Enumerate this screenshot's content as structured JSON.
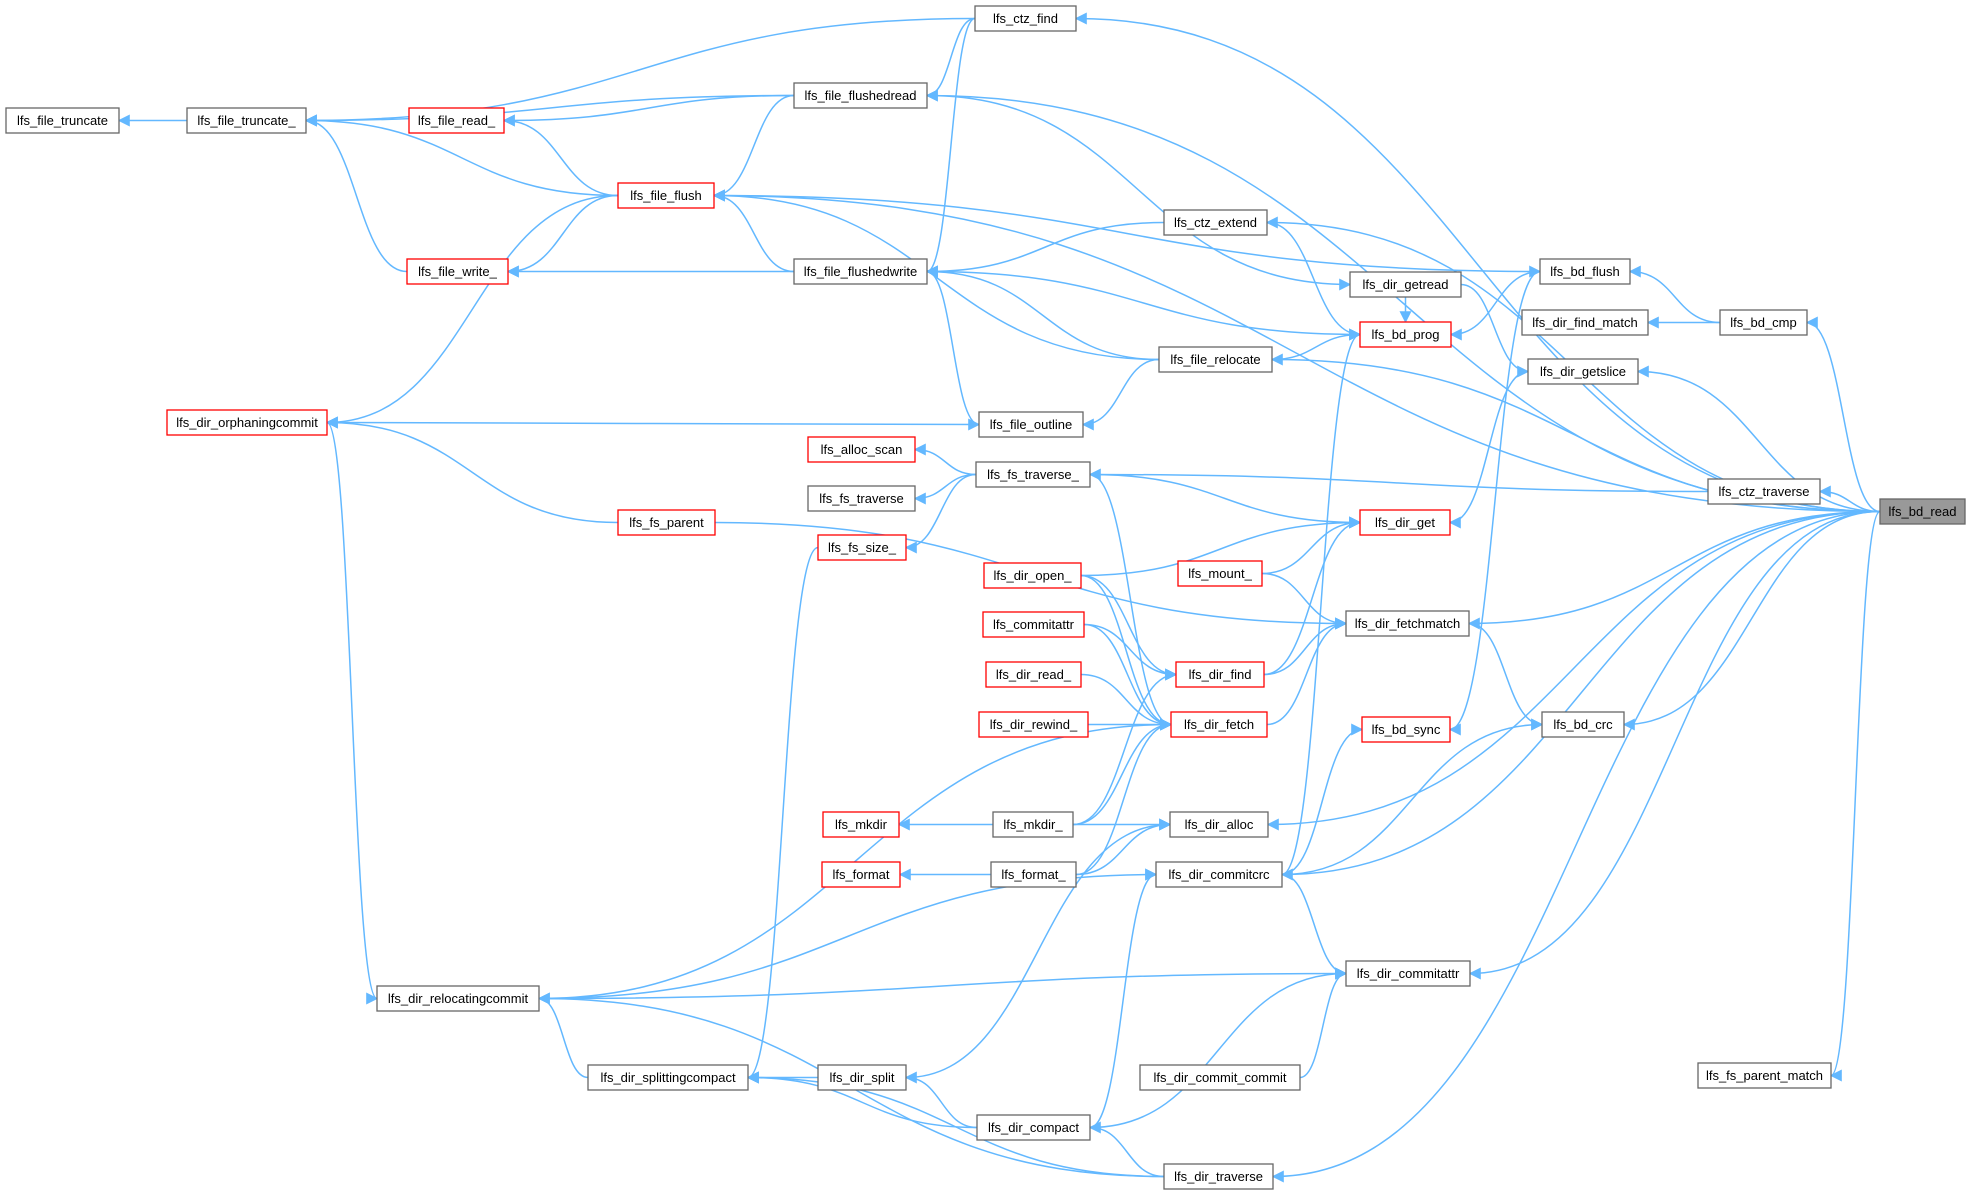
{
  "colors": {
    "edge": "#63b8ff",
    "normal_border": "#666666",
    "normal_fill": "#ffffff",
    "red_border": "#ff0000",
    "root_fill": "#999999",
    "root_border": "#666666"
  },
  "root": "lfs_bd_read",
  "nodes": [
    {
      "id": "n_bd_read",
      "label": "lfs_bd_read",
      "style": "root"
    },
    {
      "id": "n_ctz_find",
      "label": "lfs_ctz_find",
      "style": "normal"
    },
    {
      "id": "n_file_truncate",
      "label": "lfs_file_truncate",
      "style": "normal"
    },
    {
      "id": "n_file_truncate_",
      "label": "lfs_file_truncate_",
      "style": "normal"
    },
    {
      "id": "n_file_flushedread",
      "label": "lfs_file_flushedread",
      "style": "normal"
    },
    {
      "id": "n_file_read_",
      "label": "lfs_file_read_",
      "style": "red"
    },
    {
      "id": "n_file_flush",
      "label": "lfs_file_flush",
      "style": "red"
    },
    {
      "id": "n_ctz_extend",
      "label": "lfs_ctz_extend",
      "style": "normal"
    },
    {
      "id": "n_file_write_",
      "label": "lfs_file_write_",
      "style": "red"
    },
    {
      "id": "n_file_flushedwrite",
      "label": "lfs_file_flushedwrite",
      "style": "normal"
    },
    {
      "id": "n_dir_getread",
      "label": "lfs_dir_getread",
      "style": "normal"
    },
    {
      "id": "n_bd_flush",
      "label": "lfs_bd_flush",
      "style": "normal"
    },
    {
      "id": "n_dir_find_match",
      "label": "lfs_dir_find_match",
      "style": "normal"
    },
    {
      "id": "n_bd_cmp",
      "label": "lfs_bd_cmp",
      "style": "normal"
    },
    {
      "id": "n_bd_prog",
      "label": "lfs_bd_prog",
      "style": "red"
    },
    {
      "id": "n_file_relocate",
      "label": "lfs_file_relocate",
      "style": "normal"
    },
    {
      "id": "n_dir_getslice",
      "label": "lfs_dir_getslice",
      "style": "normal"
    },
    {
      "id": "n_dir_orphaningcommit",
      "label": "lfs_dir_orphaningcommit",
      "style": "red"
    },
    {
      "id": "n_file_outline",
      "label": "lfs_file_outline",
      "style": "normal"
    },
    {
      "id": "n_alloc_scan",
      "label": "lfs_alloc_scan",
      "style": "red"
    },
    {
      "id": "n_fs_traverse_",
      "label": "lfs_fs_traverse_",
      "style": "normal"
    },
    {
      "id": "n_fs_traverse",
      "label": "lfs_fs_traverse",
      "style": "normal"
    },
    {
      "id": "n_ctz_traverse",
      "label": "lfs_ctz_traverse",
      "style": "normal"
    },
    {
      "id": "n_fs_parent",
      "label": "lfs_fs_parent",
      "style": "red"
    },
    {
      "id": "n_dir_get",
      "label": "lfs_dir_get",
      "style": "red"
    },
    {
      "id": "n_fs_size_",
      "label": "lfs_fs_size_",
      "style": "red"
    },
    {
      "id": "n_dir_open_",
      "label": "lfs_dir_open_",
      "style": "red"
    },
    {
      "id": "n_mount_",
      "label": "lfs_mount_",
      "style": "red"
    },
    {
      "id": "n_dir_fetchmatch",
      "label": "lfs_dir_fetchmatch",
      "style": "normal"
    },
    {
      "id": "n_commitattr",
      "label": "lfs_commitattr",
      "style": "red"
    },
    {
      "id": "n_dir_find",
      "label": "lfs_dir_find",
      "style": "red"
    },
    {
      "id": "n_dir_read_",
      "label": "lfs_dir_read_",
      "style": "red"
    },
    {
      "id": "n_dir_rewind_",
      "label": "lfs_dir_rewind_",
      "style": "red"
    },
    {
      "id": "n_dir_fetch",
      "label": "lfs_dir_fetch",
      "style": "red"
    },
    {
      "id": "n_bd_sync",
      "label": "lfs_bd_sync",
      "style": "red"
    },
    {
      "id": "n_bd_crc",
      "label": "lfs_bd_crc",
      "style": "normal"
    },
    {
      "id": "n_mkdir",
      "label": "lfs_mkdir",
      "style": "red"
    },
    {
      "id": "n_mkdir_",
      "label": "lfs_mkdir_",
      "style": "normal"
    },
    {
      "id": "n_dir_alloc",
      "label": "lfs_dir_alloc",
      "style": "normal"
    },
    {
      "id": "n_format",
      "label": "lfs_format",
      "style": "red"
    },
    {
      "id": "n_format_",
      "label": "lfs_format_",
      "style": "normal"
    },
    {
      "id": "n_dir_commitcrc",
      "label": "lfs_dir_commitcrc",
      "style": "normal"
    },
    {
      "id": "n_dir_commitattr",
      "label": "lfs_dir_commitattr",
      "style": "normal"
    },
    {
      "id": "n_dir_relocatingcommit",
      "label": "lfs_dir_relocatingcommit",
      "style": "normal"
    },
    {
      "id": "n_dir_splittingcompact",
      "label": "lfs_dir_splittingcompact",
      "style": "normal"
    },
    {
      "id": "n_dir_split",
      "label": "lfs_dir_split",
      "style": "normal"
    },
    {
      "id": "n_dir_commit_commit",
      "label": "lfs_dir_commit_commit",
      "style": "normal"
    },
    {
      "id": "n_fs_parent_match",
      "label": "lfs_fs_parent_match",
      "style": "normal"
    },
    {
      "id": "n_dir_compact",
      "label": "lfs_dir_compact",
      "style": "normal"
    },
    {
      "id": "n_dir_traverse",
      "label": "lfs_dir_traverse",
      "style": "normal"
    }
  ],
  "edges": [
    [
      "n_ctz_find",
      "n_bd_read"
    ],
    [
      "n_file_flushedread",
      "n_bd_read"
    ],
    [
      "n_file_flush",
      "n_bd_read"
    ],
    [
      "n_ctz_extend",
      "n_bd_read"
    ],
    [
      "n_bd_cmp",
      "n_bd_read"
    ],
    [
      "n_dir_getslice",
      "n_bd_read"
    ],
    [
      "n_file_relocate",
      "n_bd_read"
    ],
    [
      "n_ctz_traverse",
      "n_bd_read"
    ],
    [
      "n_dir_fetchmatch",
      "n_bd_read"
    ],
    [
      "n_bd_crc",
      "n_bd_read"
    ],
    [
      "n_dir_alloc",
      "n_bd_read"
    ],
    [
      "n_dir_commitcrc",
      "n_bd_read"
    ],
    [
      "n_dir_commitattr",
      "n_bd_read"
    ],
    [
      "n_fs_parent_match",
      "n_bd_read"
    ],
    [
      "n_dir_traverse",
      "n_bd_read"
    ],
    [
      "n_file_truncate",
      "n_file_truncate_"
    ],
    [
      "n_file_truncate_",
      "n_ctz_find"
    ],
    [
      "n_file_truncate_",
      "n_file_flushedread"
    ],
    [
      "n_file_truncate_",
      "n_file_flush"
    ],
    [
      "n_file_truncate_",
      "n_file_write_"
    ],
    [
      "n_file_flushedread",
      "n_ctz_find"
    ],
    [
      "n_file_read_",
      "n_file_flushedread"
    ],
    [
      "n_file_read_",
      "n_file_flush"
    ],
    [
      "n_file_flush",
      "n_file_flushedread"
    ],
    [
      "n_file_flush",
      "n_file_flushedwrite"
    ],
    [
      "n_file_write_",
      "n_file_flush"
    ],
    [
      "n_file_write_",
      "n_file_flushedwrite"
    ],
    [
      "n_dir_orphaningcommit",
      "n_file_flush"
    ],
    [
      "n_dir_orphaningcommit",
      "n_file_outline"
    ],
    [
      "n_dir_orphaningcommit",
      "n_fs_parent"
    ],
    [
      "n_dir_relocatingcommit",
      "n_dir_orphaningcommit"
    ],
    [
      "n_file_flushedwrite",
      "n_ctz_find"
    ],
    [
      "n_file_flushedwrite",
      "n_ctz_extend"
    ],
    [
      "n_file_flushedwrite",
      "n_bd_prog"
    ],
    [
      "n_file_flushedwrite",
      "n_file_relocate"
    ],
    [
      "n_file_flush",
      "n_file_relocate"
    ],
    [
      "n_file_outline",
      "n_file_flushedwrite"
    ],
    [
      "n_file_outline",
      "n_file_relocate"
    ],
    [
      "n_dir_getread",
      "n_file_flushedread"
    ],
    [
      "n_bd_prog",
      "n_ctz_extend"
    ],
    [
      "n_bd_prog",
      "n_dir_getread"
    ],
    [
      "n_bd_prog",
      "n_file_relocate"
    ],
    [
      "n_bd_prog",
      "n_bd_flush"
    ],
    [
      "n_bd_flush",
      "n_file_flush"
    ],
    [
      "n_bd_flush",
      "n_bd_cmp"
    ],
    [
      "n_dir_find_match",
      "n_bd_cmp"
    ],
    [
      "n_dir_getslice",
      "n_dir_getread"
    ],
    [
      "n_dir_get",
      "n_dir_getslice"
    ],
    [
      "n_alloc_scan",
      "n_fs_traverse_"
    ],
    [
      "n_fs_traverse",
      "n_fs_traverse_"
    ],
    [
      "n_fs_size_",
      "n_fs_traverse_"
    ],
    [
      "n_fs_traverse_",
      "n_ctz_traverse"
    ],
    [
      "n_dir_get",
      "n_fs_traverse_"
    ],
    [
      "n_dir_fetch",
      "n_fs_traverse_"
    ],
    [
      "n_dir_get",
      "n_dir_open_"
    ],
    [
      "n_dir_get",
      "n_mount_"
    ],
    [
      "n_dir_get",
      "n_dir_find"
    ],
    [
      "n_dir_fetchmatch",
      "n_fs_parent"
    ],
    [
      "n_dir_fetchmatch",
      "n_mount_"
    ],
    [
      "n_dir_fetchmatch",
      "n_dir_find"
    ],
    [
      "n_dir_fetchmatch",
      "n_dir_fetch"
    ],
    [
      "n_dir_find",
      "n_dir_open_"
    ],
    [
      "n_dir_find",
      "n_commitattr"
    ],
    [
      "n_dir_find",
      "n_mkdir_"
    ],
    [
      "n_dir_fetch",
      "n_dir_open_"
    ],
    [
      "n_dir_fetch",
      "n_commitattr"
    ],
    [
      "n_dir_fetch",
      "n_dir_read_"
    ],
    [
      "n_dir_fetch",
      "n_dir_rewind_"
    ],
    [
      "n_dir_fetch",
      "n_mkdir_"
    ],
    [
      "n_dir_fetch",
      "n_format_"
    ],
    [
      "n_dir_fetch",
      "n_dir_relocatingcommit"
    ],
    [
      "n_bd_crc",
      "n_dir_fetchmatch"
    ],
    [
      "n_bd_crc",
      "n_dir_commitcrc"
    ],
    [
      "n_bd_sync",
      "n_bd_flush"
    ],
    [
      "n_bd_sync",
      "n_dir_commitcrc"
    ],
    [
      "n_bd_prog",
      "n_dir_commitcrc"
    ],
    [
      "n_mkdir",
      "n_mkdir_"
    ],
    [
      "n_dir_alloc",
      "n_mkdir_"
    ],
    [
      "n_dir_alloc",
      "n_format_"
    ],
    [
      "n_dir_alloc",
      "n_dir_split"
    ],
    [
      "n_format",
      "n_format_"
    ],
    [
      "n_dir_commitcrc",
      "n_dir_relocatingcommit"
    ],
    [
      "n_dir_commitcrc",
      "n_dir_compact"
    ],
    [
      "n_dir_commitattr",
      "n_dir_commitcrc"
    ],
    [
      "n_dir_commitattr",
      "n_dir_relocatingcommit"
    ],
    [
      "n_dir_commitattr",
      "n_dir_commit_commit"
    ],
    [
      "n_dir_commitattr",
      "n_dir_compact"
    ],
    [
      "n_dir_relocatingcommit",
      "n_dir_splittingcompact"
    ],
    [
      "n_dir_splittingcompact",
      "n_fs_size_"
    ],
    [
      "n_dir_splittingcompact",
      "n_dir_split"
    ],
    [
      "n_dir_split",
      "n_dir_compact"
    ],
    [
      "n_dir_splittingcompact",
      "n_dir_compact"
    ],
    [
      "n_dir_compact",
      "n_dir_traverse"
    ],
    [
      "n_dir_splittingcompact",
      "n_dir_traverse"
    ],
    [
      "n_dir_relocatingcommit",
      "n_dir_traverse"
    ]
  ]
}
